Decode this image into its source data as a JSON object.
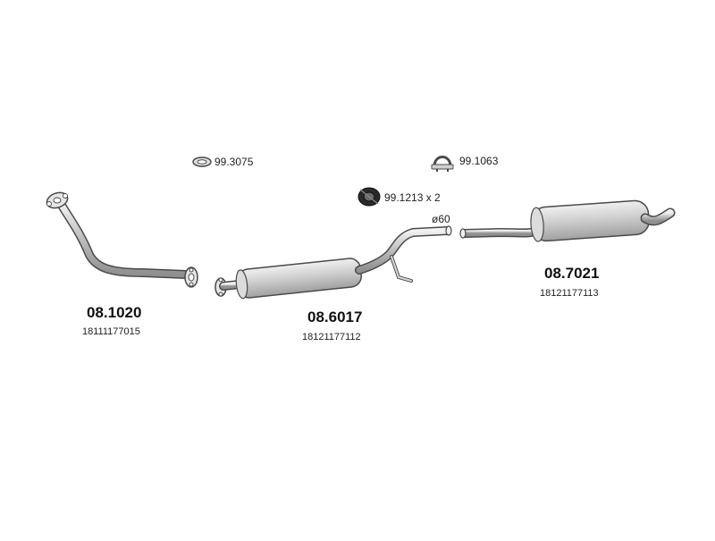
{
  "colors": {
    "pipe_fill": "#d4d4d4",
    "pipe_stroke": "#4a4a4a",
    "text": "#111111"
  },
  "parts": [
    {
      "code": "08.1020",
      "oem": "18111177015",
      "icon": "front-downpipe-icon"
    },
    {
      "code": "08.6017",
      "oem": "18121177112",
      "icon": "middle-silencer-icon"
    },
    {
      "code": "08.7021",
      "oem": "18121177113",
      "icon": "rear-silencer-icon"
    }
  ],
  "accessories": [
    {
      "label": "99.3075",
      "icon": "sealing-ring-icon"
    },
    {
      "label": "99.1063",
      "icon": "pipe-clamp-icon"
    },
    {
      "label": "99.1213 x 2",
      "icon": "rubber-mount-icon"
    },
    {
      "label": "ø60",
      "icon": "diameter-note"
    }
  ]
}
